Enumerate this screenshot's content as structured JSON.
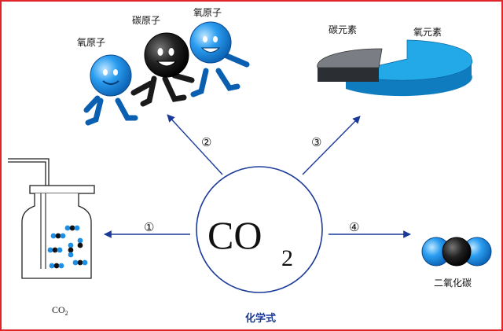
{
  "center": {
    "formula_main": "CO",
    "formula_sub": "2",
    "caption": "化学式",
    "caption_color": "#1a3a9a",
    "ring_color": "#1a3a9a"
  },
  "branches": [
    {
      "marker": "①"
    },
    {
      "marker": "②"
    },
    {
      "marker": "③"
    },
    {
      "marker": "④"
    }
  ],
  "atoms": {
    "left_label": "氧原子",
    "middle_label": "碳原子",
    "right_label": "氧原子"
  },
  "pie": {
    "carbon_label": "碳元素",
    "oxygen_label": "氧元素",
    "carbon_color": "#555a60",
    "oxygen_color": "#23a9e8"
  },
  "jar": {
    "label_main": "CO",
    "label_sub": "2"
  },
  "molecule": {
    "label": "二氧化碳"
  },
  "colors": {
    "frame": "#e0242b",
    "arrow": "#1a3a9a",
    "atom_blue": "#1e8fe6",
    "atom_dark": "#2a2a2a"
  }
}
